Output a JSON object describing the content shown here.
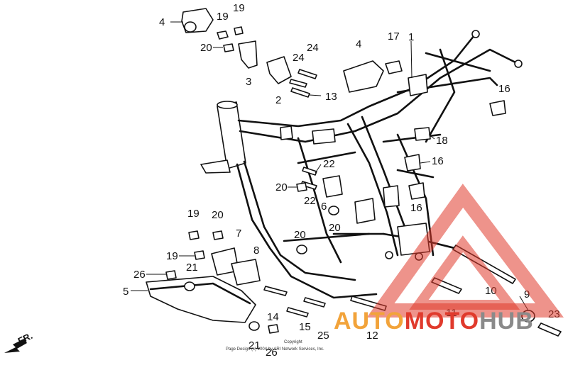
{
  "callouts": [
    {
      "id": "4a",
      "text": "4"
    },
    {
      "id": "19a",
      "text": "19"
    },
    {
      "id": "19b",
      "text": "19"
    },
    {
      "id": "20a",
      "text": "20"
    },
    {
      "id": "3",
      "text": "3"
    },
    {
      "id": "24a",
      "text": "24"
    },
    {
      "id": "24b",
      "text": "24"
    },
    {
      "id": "2",
      "text": "2"
    },
    {
      "id": "13",
      "text": "13"
    },
    {
      "id": "4b",
      "text": "4"
    },
    {
      "id": "17",
      "text": "17"
    },
    {
      "id": "1",
      "text": "1"
    },
    {
      "id": "16a",
      "text": "16"
    },
    {
      "id": "18",
      "text": "18"
    },
    {
      "id": "16b",
      "text": "16"
    },
    {
      "id": "22a",
      "text": "22"
    },
    {
      "id": "20b",
      "text": "20"
    },
    {
      "id": "22b",
      "text": "22"
    },
    {
      "id": "6",
      "text": "6"
    },
    {
      "id": "20c",
      "text": "20"
    },
    {
      "id": "16c",
      "text": "16"
    },
    {
      "id": "19c",
      "text": "19"
    },
    {
      "id": "20d",
      "text": "20"
    },
    {
      "id": "7",
      "text": "7"
    },
    {
      "id": "20e",
      "text": "20"
    },
    {
      "id": "19d",
      "text": "19"
    },
    {
      "id": "8",
      "text": "8"
    },
    {
      "id": "26a",
      "text": "26"
    },
    {
      "id": "21a",
      "text": "21"
    },
    {
      "id": "5",
      "text": "5"
    },
    {
      "id": "14",
      "text": "14"
    },
    {
      "id": "15",
      "text": "15"
    },
    {
      "id": "25",
      "text": "25"
    },
    {
      "id": "21b",
      "text": "21"
    },
    {
      "id": "26b",
      "text": "26"
    },
    {
      "id": "12",
      "text": "12"
    },
    {
      "id": "10",
      "text": "10"
    },
    {
      "id": "11",
      "text": "11"
    },
    {
      "id": "9",
      "text": "9"
    },
    {
      "id": "23",
      "text": "23"
    }
  ],
  "direction_label": "FR.",
  "copyright_line1": "Copyright",
  "copyright_line2": "Page Design (c) 2004 by ARI Network Services, Inc.",
  "watermark": {
    "part1": "AUTO",
    "part2": "MOTO",
    "part3": "HUB",
    "color1": "#f2a33a",
    "color2": "#e03a2c",
    "color3": "#8a8a8a"
  },
  "colors": {
    "line": "#111111",
    "watermark_triangle": "#e03a2c"
  }
}
